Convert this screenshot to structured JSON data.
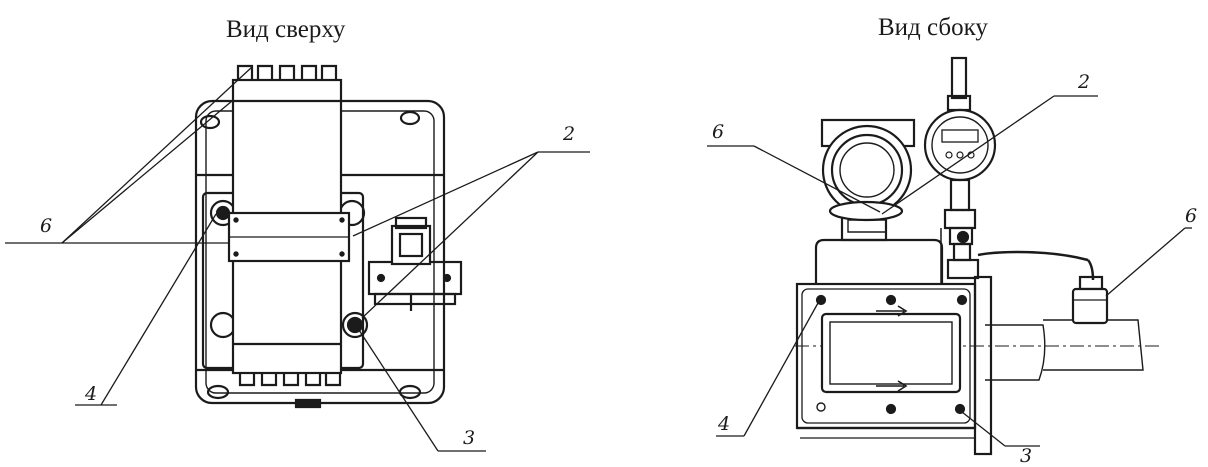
{
  "views": {
    "top": {
      "title": "Вид сверху",
      "callouts": {
        "seal_marks": "6",
        "plugs": "2",
        "screw_a": "4",
        "screw_b": "3"
      }
    },
    "side": {
      "title": "Вид сбоку",
      "callouts": {
        "seal_left": "6",
        "plug": "2",
        "seal_right": "6",
        "screw_a": "4",
        "screw_b": "3"
      }
    }
  },
  "colors": {
    "ink": "#1b1b1b",
    "paper": "#ffffff"
  }
}
